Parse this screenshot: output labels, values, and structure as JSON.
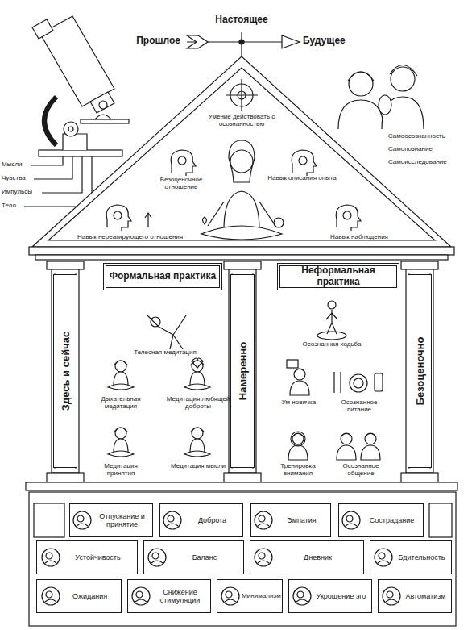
{
  "diagram": {
    "nodes": [
      {
        "text": [
          "Формальная практика"
        ]
      },
      {
        "text": [
          "Неформальная практика"
        ]
      },
      {
        "text": [
          "Здесь и сейчас"
        ]
      },
      {
        "text": [
          "Намеренно"
        ]
      },
      {
        "text": [
          "Безоценочно"
        ]
      },
      {
        "text": [
          "Отпускание и принятие"
        ]
      },
      {
        "text": [
          "Доброта"
        ]
      },
      {
        "text": [
          "Эмпатия"
        ]
      },
      {
        "text": [
          "Сострадание"
        ]
      },
      {
        "text": [
          "Устойчивость"
        ]
      },
      {
        "text": [
          "Баланс"
        ]
      },
      {
        "text": [
          "Дневник"
        ]
      },
      {
        "text": [
          "Бдительность"
        ]
      },
      {
        "text": [
          "Ожидания"
        ]
      },
      {
        "text": [
          "Снижение стимуляции"
        ]
      },
      {
        "text": [
          "Минимализм"
        ]
      },
      {
        "text": [
          "Укрощение эго"
        ]
      },
      {
        "text": [
          "Автоматизм"
        ]
      }
    ],
    "labels": [
      "Прошлое",
      "Настоящее",
      "Будущее",
      "Мысли",
      "Чувства",
      "Импульсы",
      "Тело",
      "Самоосознанность",
      "Самопознание",
      "Самоисследование",
      "Умение действовать с осознанностью",
      "Безоценочное отношение",
      "Навык описания опыта",
      "Навык нереагирующего отношения",
      "Навык наблюдения",
      "Телесная медитация",
      "Дыхательная медитация",
      "Медитация любящей доброты",
      "Медитация принятия",
      "Медитация мысли",
      "Осознанная ходьба",
      "Ум новичка",
      "Осознанное питание",
      "Тренировка внимания",
      "Осознанное общение"
    ]
  }
}
